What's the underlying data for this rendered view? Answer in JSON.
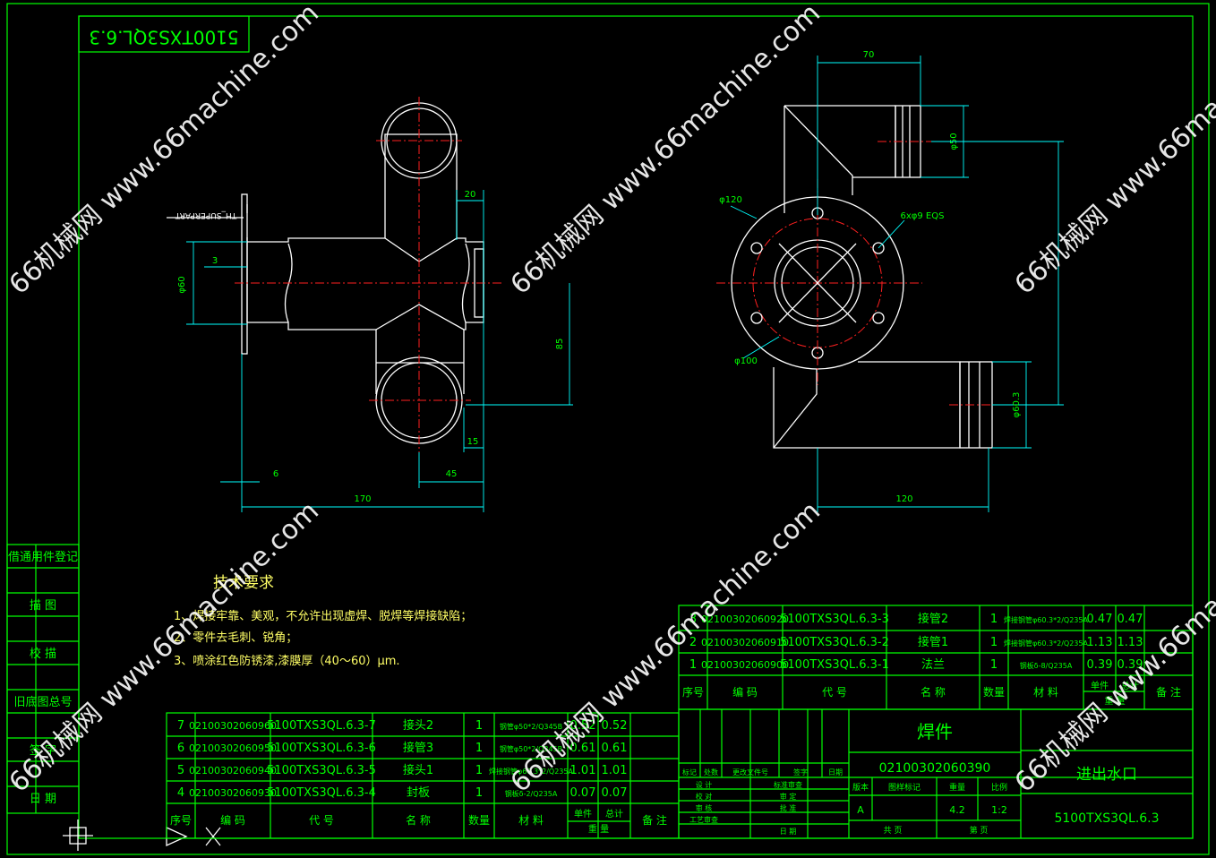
{
  "drawing_code_mirrored": "5100TXS3QL.6.3",
  "tags": {
    "superpart": "TH_SUPERPART"
  },
  "dims": {
    "front": {
      "d20": "20",
      "d3": "3",
      "d60": "φ60",
      "d85": "85",
      "d15": "15",
      "d6": "6",
      "d45": "45",
      "d170": "170"
    },
    "side": {
      "d70": "70",
      "d50": "φ50",
      "d120a": "φ120",
      "holes": "6xφ9 EQS",
      "d100": "φ100",
      "d60_3": "φ60.3",
      "d120b": "120"
    }
  },
  "watermark": "66机械网 www.66machine.com",
  "side_labels": [
    "借通用件登记",
    "描 图",
    "校 描",
    "旧底图总号",
    "签 字",
    "日 期"
  ],
  "tech": {
    "title": "技术要求",
    "items": [
      "1、焊接牢靠、美观，不允许出现虚焊、脱焊等焊接缺陷；",
      "2、零件去毛刺、锐角；",
      "3、喷涂红色防锈漆,漆膜厚（40～60）μm."
    ]
  },
  "bom_upper": {
    "rows": [
      {
        "no": "3",
        "code": "02100302060920",
        "drawing": "5100TXS3QL.6.3-3",
        "name": "接管2",
        "qty": "1",
        "material": "焊接钢管φ60.3*2/Q235A",
        "unit": "0.47",
        "total": "0.47",
        "note": ""
      },
      {
        "no": "2",
        "code": "02100302060910",
        "drawing": "5100TXS3QL.6.3-2",
        "name": "接管1",
        "qty": "1",
        "material": "焊接钢管φ60.3*2/Q235A",
        "unit": "1.13",
        "total": "1.13",
        "note": ""
      },
      {
        "no": "1",
        "code": "02100302060900",
        "drawing": "5100TXS3QL.6.3-1",
        "name": "法兰",
        "qty": "1",
        "material": "钢板δ-8/Q235A",
        "unit": "0.39",
        "total": "0.39",
        "note": ""
      }
    ],
    "headers": {
      "no": "序号",
      "code": "编 码",
      "drawing": "代 号",
      "name": "名 称",
      "qty": "数量",
      "material": "材 料",
      "unit": "单件",
      "total": "总计",
      "weight": "重 量",
      "note": "备 注"
    }
  },
  "bom_lower": {
    "rows": [
      {
        "no": "7",
        "code": "02100302060960",
        "drawing": "5100TXS3QL.6.3-7",
        "name": "接头2",
        "qty": "1",
        "material": "钢管φ50*2/Q345B",
        "unit": "0.52",
        "total": "0.52",
        "note": ""
      },
      {
        "no": "6",
        "code": "02100302060950",
        "drawing": "5100TXS3QL.6.3-6",
        "name": "接管3",
        "qty": "1",
        "material": "钢管φ50*2/Q345B",
        "unit": "0.61",
        "total": "0.61",
        "note": ""
      },
      {
        "no": "5",
        "code": "02100302060940",
        "drawing": "5100TXS3QL.6.3-5",
        "name": "接头1",
        "qty": "1",
        "material": "焊接钢管φ60.3*2/Q235A",
        "unit": "1.01",
        "total": "1.01",
        "note": ""
      },
      {
        "no": "4",
        "code": "02100302060930",
        "drawing": "5100TXS3QL.6.3-4",
        "name": "封板",
        "qty": "1",
        "material": "钢板δ-2/Q235A",
        "unit": "0.07",
        "total": "0.07",
        "note": ""
      }
    ],
    "headers": {
      "no": "序号",
      "code": "编 码",
      "drawing": "代 号",
      "name": "名 称",
      "qty": "数量",
      "material": "材 料",
      "unit": "单件",
      "total": "总计",
      "weight": "重 量",
      "note": "备 注"
    }
  },
  "title_block": {
    "category": "焊件",
    "code": "02100302060390",
    "title": "进出水口",
    "drawing_no": "5100TXS3QL.6.3",
    "rev_headers": [
      "标记",
      "处数",
      "更改文件号",
      "签字",
      "日期"
    ],
    "roles_left": [
      "设 计",
      "校 对",
      "审 核",
      "工艺审查"
    ],
    "roles_right": [
      "标准审查",
      "审 定",
      "批 准",
      "日 期"
    ],
    "stage_headers": [
      "版本",
      "图样标记",
      "重量",
      "比例"
    ],
    "version": "A",
    "weight": "4.2",
    "scale": "1:2",
    "sheets_total": "共 页",
    "sheet_no": "第 页"
  }
}
